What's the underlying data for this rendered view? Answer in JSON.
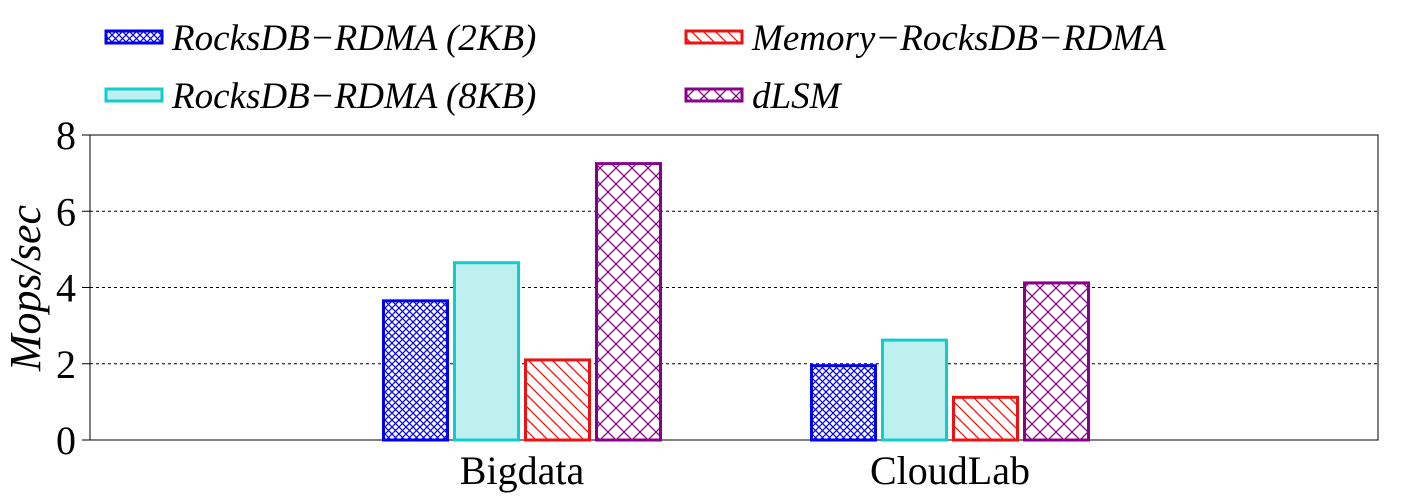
{
  "chart_data": {
    "type": "bar",
    "title": "",
    "xlabel": "",
    "ylabel": "Mops/sec",
    "ylim": [
      0,
      8
    ],
    "yticks": [
      0,
      2,
      4,
      6,
      8
    ],
    "grid": "horizontal dashed",
    "legend_position": "top",
    "categories": [
      "Bigdata",
      "CloudLab"
    ],
    "series": [
      {
        "name": "RocksDB−RDMA (2KB)",
        "values": [
          3.65,
          1.95
        ],
        "stroke": "#0000ee",
        "fill": "#ffffff",
        "pattern": "cross-hatch"
      },
      {
        "name": "RocksDB−RDMA (8KB)",
        "values": [
          4.65,
          2.62
        ],
        "stroke": "#11cccc",
        "fill": "#bff0f0",
        "pattern": "solid"
      },
      {
        "name": "Memory−RocksDB−RDMA",
        "values": [
          2.1,
          1.12
        ],
        "stroke": "#ee1111",
        "fill": "#ffffff",
        "pattern": "diagonal"
      },
      {
        "name": "dLSM",
        "values": [
          7.25,
          4.12
        ],
        "stroke": "#880088",
        "fill": "#ffffff",
        "pattern": "cross-diagonal"
      }
    ]
  }
}
